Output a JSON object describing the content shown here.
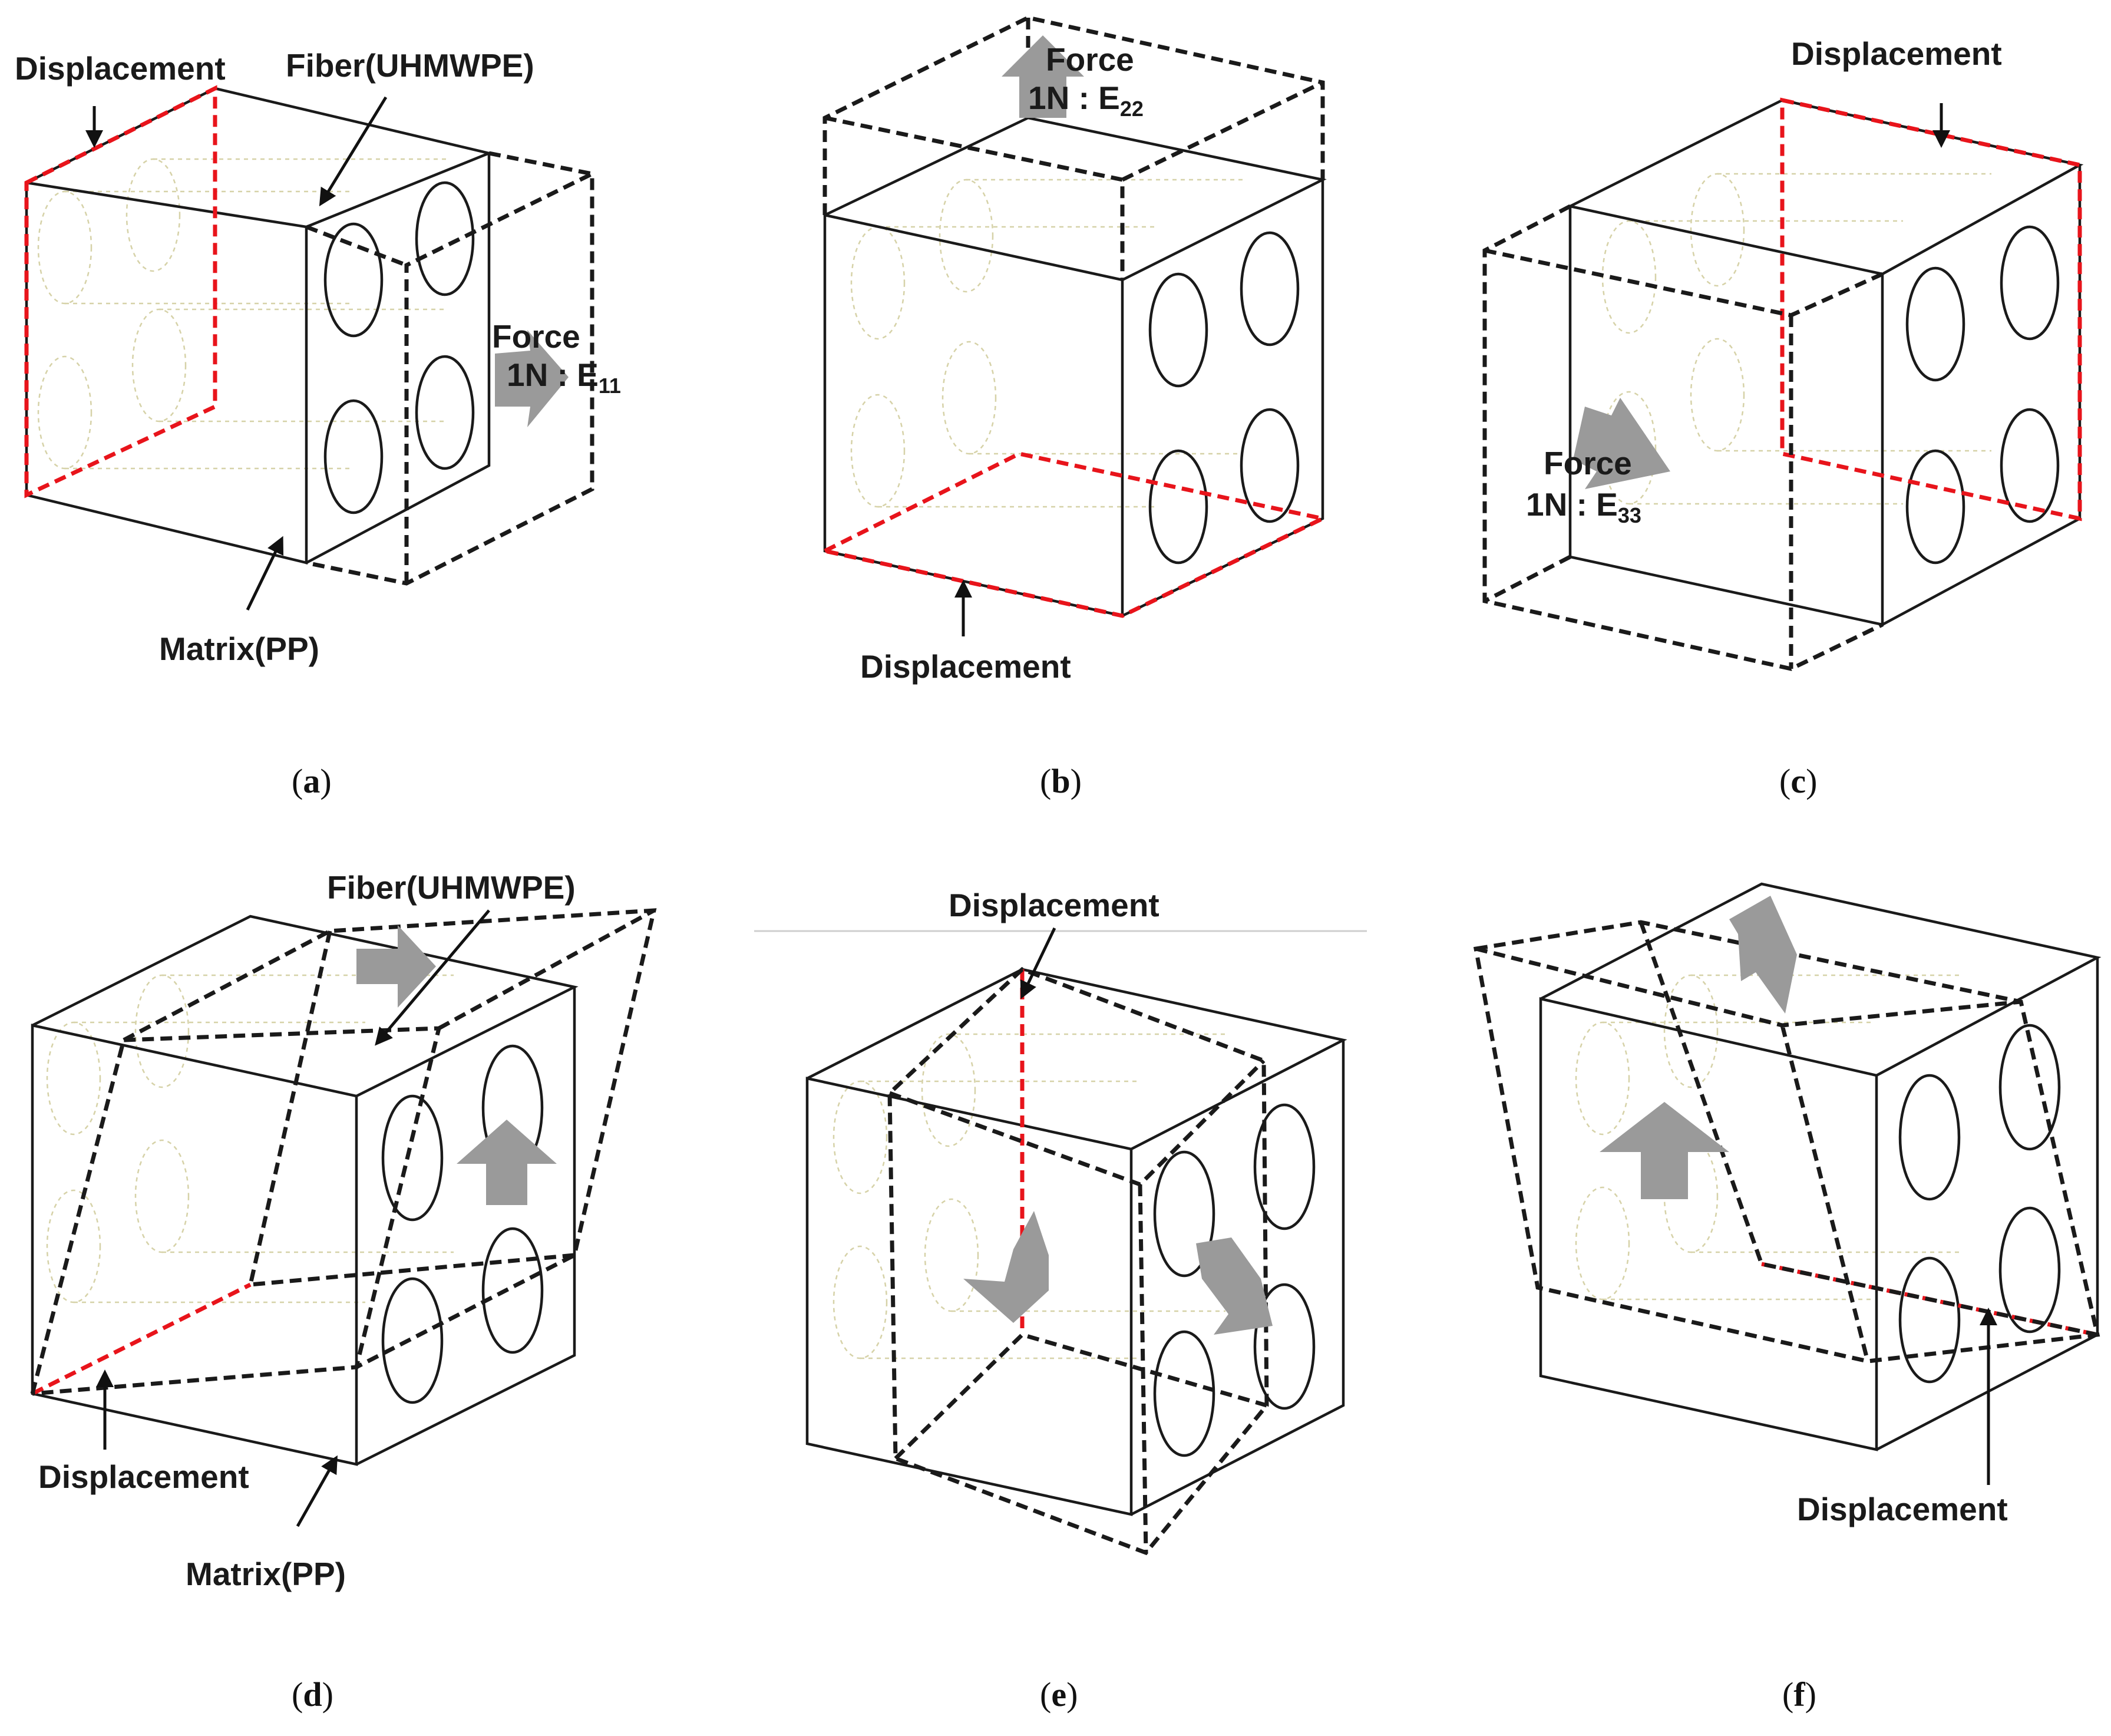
{
  "labels": {
    "displacement": "Displacement",
    "fiber": "Fiber(UHMWPE)",
    "matrix": "Matrix(PP)",
    "force": "Force",
    "load_prefix": "1N : E",
    "e11": "11",
    "e22": "22",
    "e33": "33"
  },
  "captions": {
    "a": "a",
    "b": "b",
    "c": "c",
    "d": "d",
    "e": "e",
    "f": "f"
  },
  "colors": {
    "constraint_edge": "#e8141b",
    "load_arrow": "#9a9a9a",
    "outline": "#1a1a1a",
    "hidden_fiber": "#d6d2a8"
  }
}
